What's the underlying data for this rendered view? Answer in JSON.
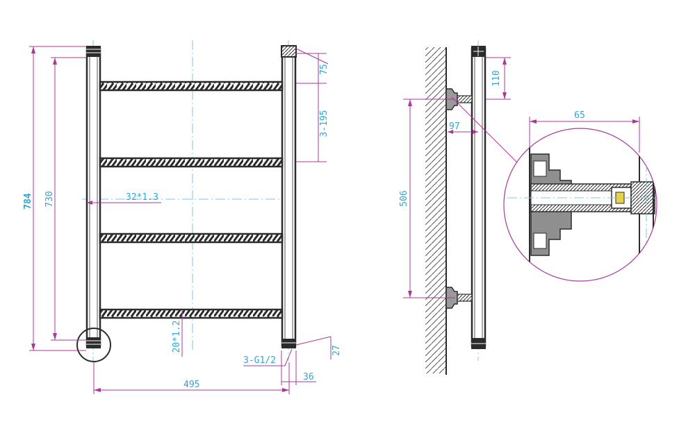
{
  "colors": {
    "outline": "#2b2b2b",
    "dimension": "#a8389a",
    "text": "#2fa6d6",
    "centerline": "#7ec9e8",
    "wall_hatch": "#555555",
    "background": "#ffffff"
  },
  "front_view": {
    "overall_height": "784",
    "tube_height": "730",
    "top_bar_offset": "75",
    "bar_pitch": "3-195",
    "upright_spec": "32*1.3",
    "bar_spec": "20*1.2",
    "bottom_offset": "27",
    "connection": "3-G1/2",
    "connection_width": "36",
    "overall_width": "495"
  },
  "side_view": {
    "top_offset": "110",
    "wall_distance": "97",
    "bracket_spacing": "506",
    "detail_depth": "65"
  }
}
